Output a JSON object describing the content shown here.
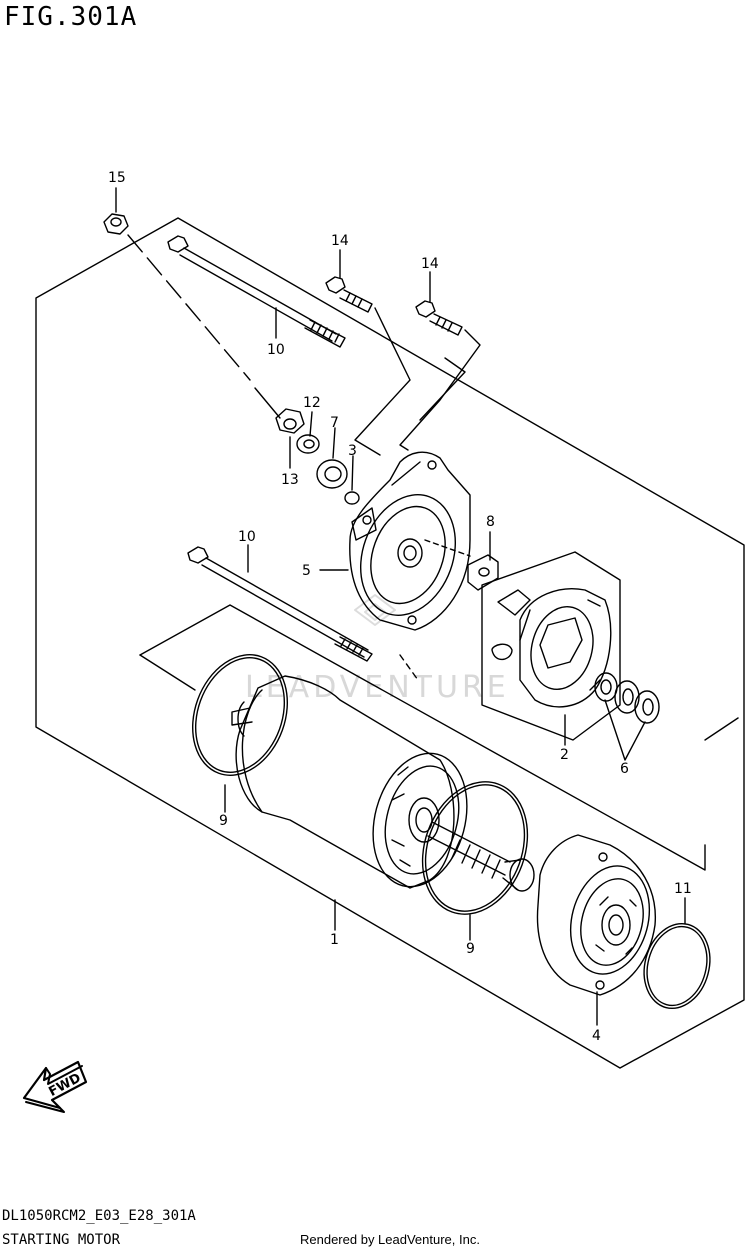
{
  "figure": {
    "title": "FIG.301A",
    "code": "DL1050RCM2_E03_E28_301A",
    "name": "STARTING MOTOR",
    "rendered_by": "Rendered by LeadVenture, Inc.",
    "watermark": "LEADVENTURE"
  },
  "parts": [
    {
      "id": "p1",
      "number": "1"
    },
    {
      "id": "p2",
      "number": "2"
    },
    {
      "id": "p3",
      "number": "3"
    },
    {
      "id": "p4",
      "number": "4"
    },
    {
      "id": "p5",
      "number": "5"
    },
    {
      "id": "p6",
      "number": "6"
    },
    {
      "id": "p7",
      "number": "7"
    },
    {
      "id": "p8",
      "number": "8"
    },
    {
      "id": "p9a",
      "number": "9"
    },
    {
      "id": "p9b",
      "number": "9"
    },
    {
      "id": "p10a",
      "number": "10"
    },
    {
      "id": "p10b",
      "number": "10"
    },
    {
      "id": "p11",
      "number": "11"
    },
    {
      "id": "p12",
      "number": "12"
    },
    {
      "id": "p13",
      "number": "13"
    },
    {
      "id": "p14a",
      "number": "14"
    },
    {
      "id": "p14b",
      "number": "14"
    },
    {
      "id": "p15",
      "number": "15"
    }
  ],
  "direction": {
    "label": "FWD"
  }
}
